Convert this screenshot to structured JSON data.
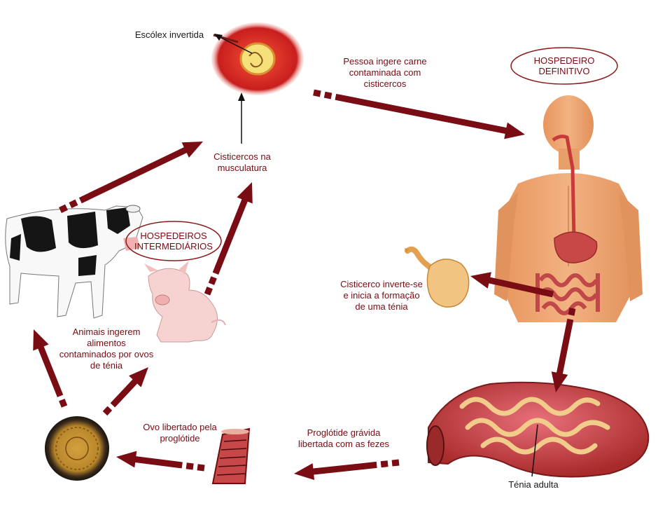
{
  "labels": {
    "scolex": "Escólex invertida",
    "ingest_meat": "Pessoa ingere carne\ncontaminada com\ncisticercos",
    "cysticerci_muscle": "Cisticercos na\nmusculatura",
    "animals_ingest": "Animais ingerem\nalimentos\ncontaminados por ovos\nde ténia",
    "cysticercus_inverts": "Cisticerco inverte-se\ne inicia a formação\nde uma ténia",
    "egg_released": "Ovo libertado pela\nproglótide",
    "proglottid_released": "Proglótide grávida\nlibertada com as fezes",
    "adult_tapeworm": "Ténia adulta"
  },
  "hosts": {
    "definitive": "HOSPEDEIRO\nDEFINITIVO",
    "intermediate": "HOSPEDEIROS\nINTERMEDIÁRIOS"
  },
  "colors": {
    "arrow": "#7a0c14",
    "label_text": "#7a0a12",
    "ellipse_stroke": "#8a1a1a",
    "skin": "#e8a06a",
    "intestine": "#b83a3a",
    "cyst": "#d42a2a",
    "egg": "#b8862a"
  }
}
